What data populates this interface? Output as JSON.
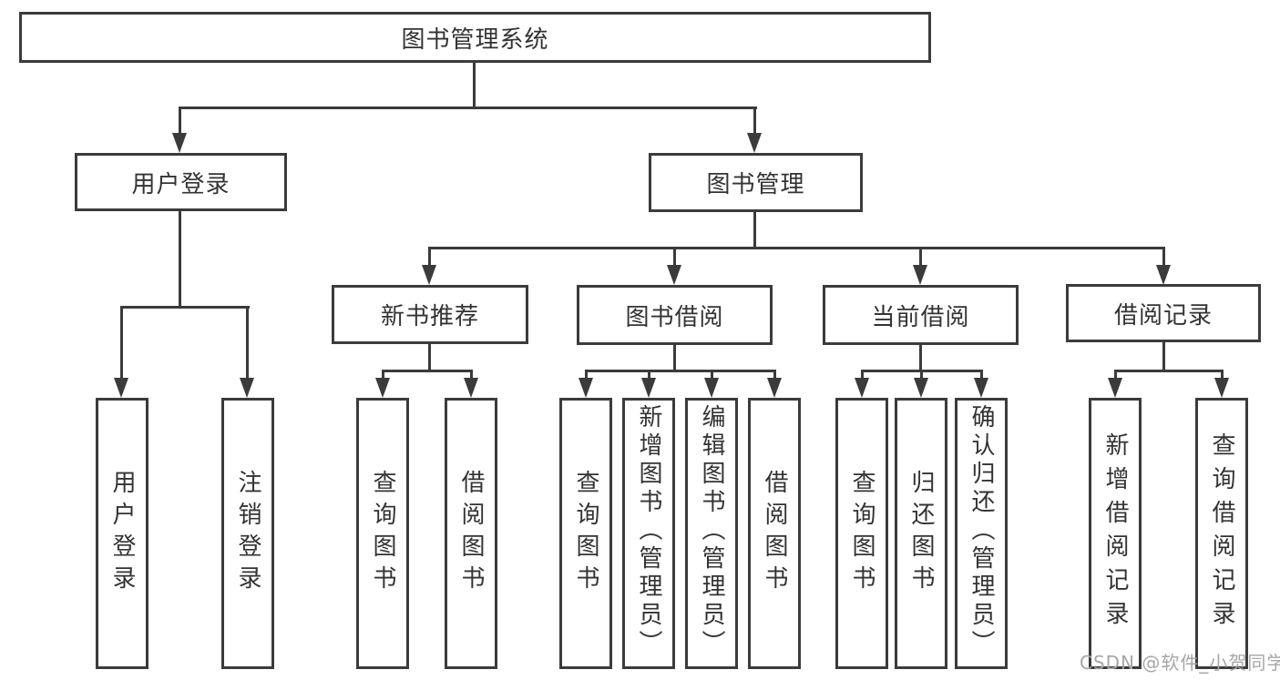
{
  "nodes": {
    "root": "图书管理系统",
    "user_login": "用户登录",
    "book_management": "图书管理",
    "new_book_recommend": "新书推荐",
    "book_borrowing": "图书借阅",
    "current_borrowing": "当前借阅",
    "borrowing_records": "借阅记录"
  },
  "leaves": {
    "user_login_leaf": "用户登录",
    "logout": "注销登录",
    "query_book_1": "查询图书",
    "borrow_book_1": "借阅图书",
    "query_book_2": "查询图书",
    "add_book_admin": "新增图书（管理员）",
    "edit_book_admin": "编辑图书（管理员）",
    "borrow_book_2": "借阅图书",
    "query_book_3": "查询图书",
    "return_book": "归还图书",
    "confirm_return_admin": "确认归还（管理员）",
    "add_borrow_record": "新增借阅记录",
    "query_borrow_record": "查询借阅记录"
  },
  "watermark": "CSDN @软件_小贺同学",
  "colors": {
    "line": "#3b3b3b",
    "text": "#333333",
    "watermark": "#a6a6a6",
    "background": "#ffffff"
  }
}
